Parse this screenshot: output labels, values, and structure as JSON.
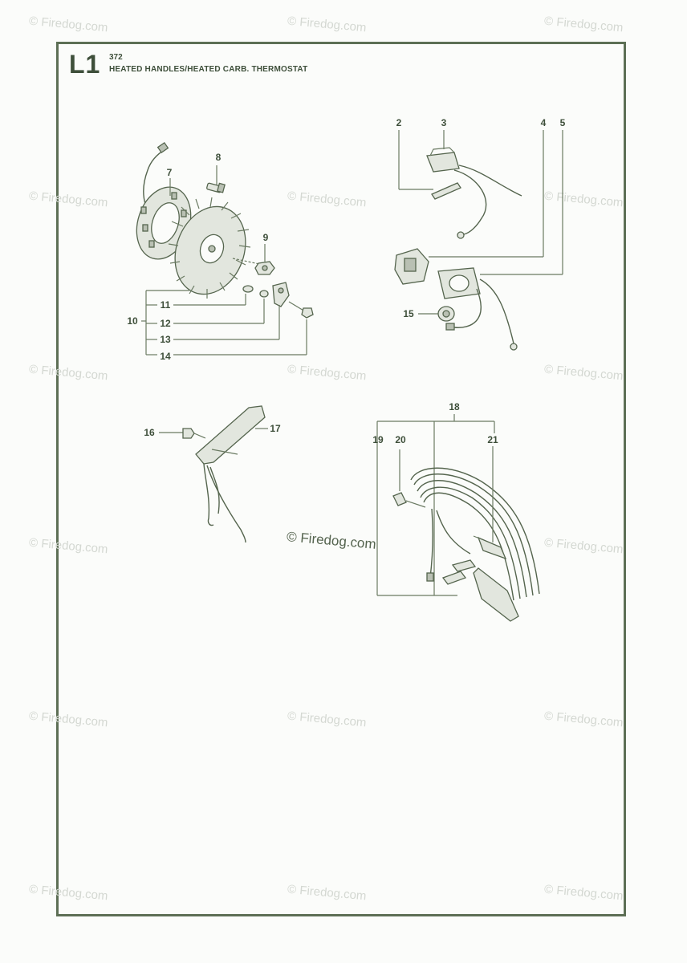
{
  "header": {
    "code": "L1",
    "model": "372",
    "title": "HEATED HANDLES/HEATED CARB. THERMOSTAT"
  },
  "callouts": [
    "2",
    "3",
    "4",
    "5",
    "7",
    "8",
    "9",
    "10",
    "11",
    "12",
    "13",
    "14",
    "15",
    "16",
    "17",
    "18",
    "19",
    "20",
    "21"
  ],
  "watermark": {
    "text": "© Firedog.com",
    "center_text": "© Firedog.com"
  }
}
